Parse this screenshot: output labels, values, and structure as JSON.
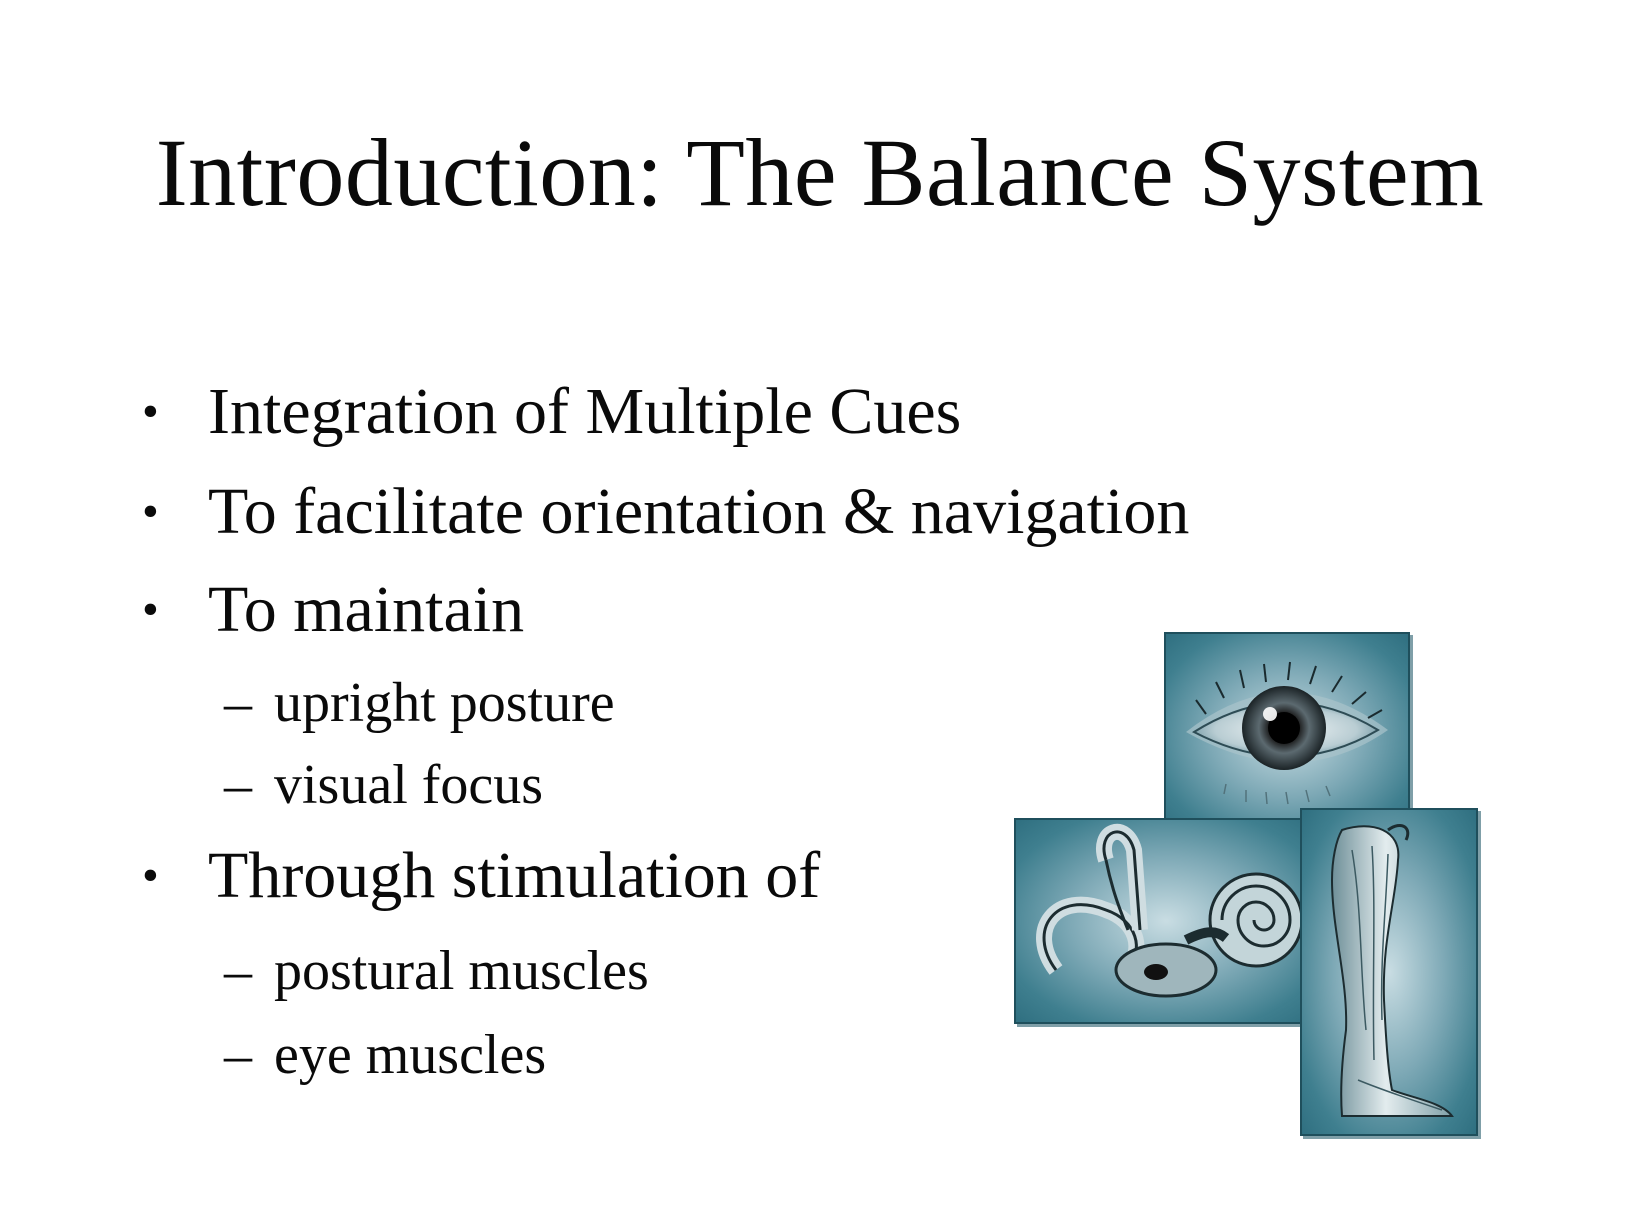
{
  "slide": {
    "title": "Introduction: The Balance System",
    "bullets": [
      {
        "text": "Integration of Multiple Cues"
      },
      {
        "text": "To facilitate orientation & navigation"
      },
      {
        "text": "To maintain",
        "subitems": [
          "upright posture",
          "visual focus"
        ]
      },
      {
        "text": "Through stimulation of",
        "subitems": [
          "postural muscles",
          "eye muscles"
        ]
      }
    ],
    "bullet_marker": "•",
    "subitem_marker": "–",
    "image": {
      "panels": [
        "eye-icon",
        "inner-ear-icon",
        "leg-icon"
      ],
      "panel_color": "#3f7f8f"
    }
  }
}
